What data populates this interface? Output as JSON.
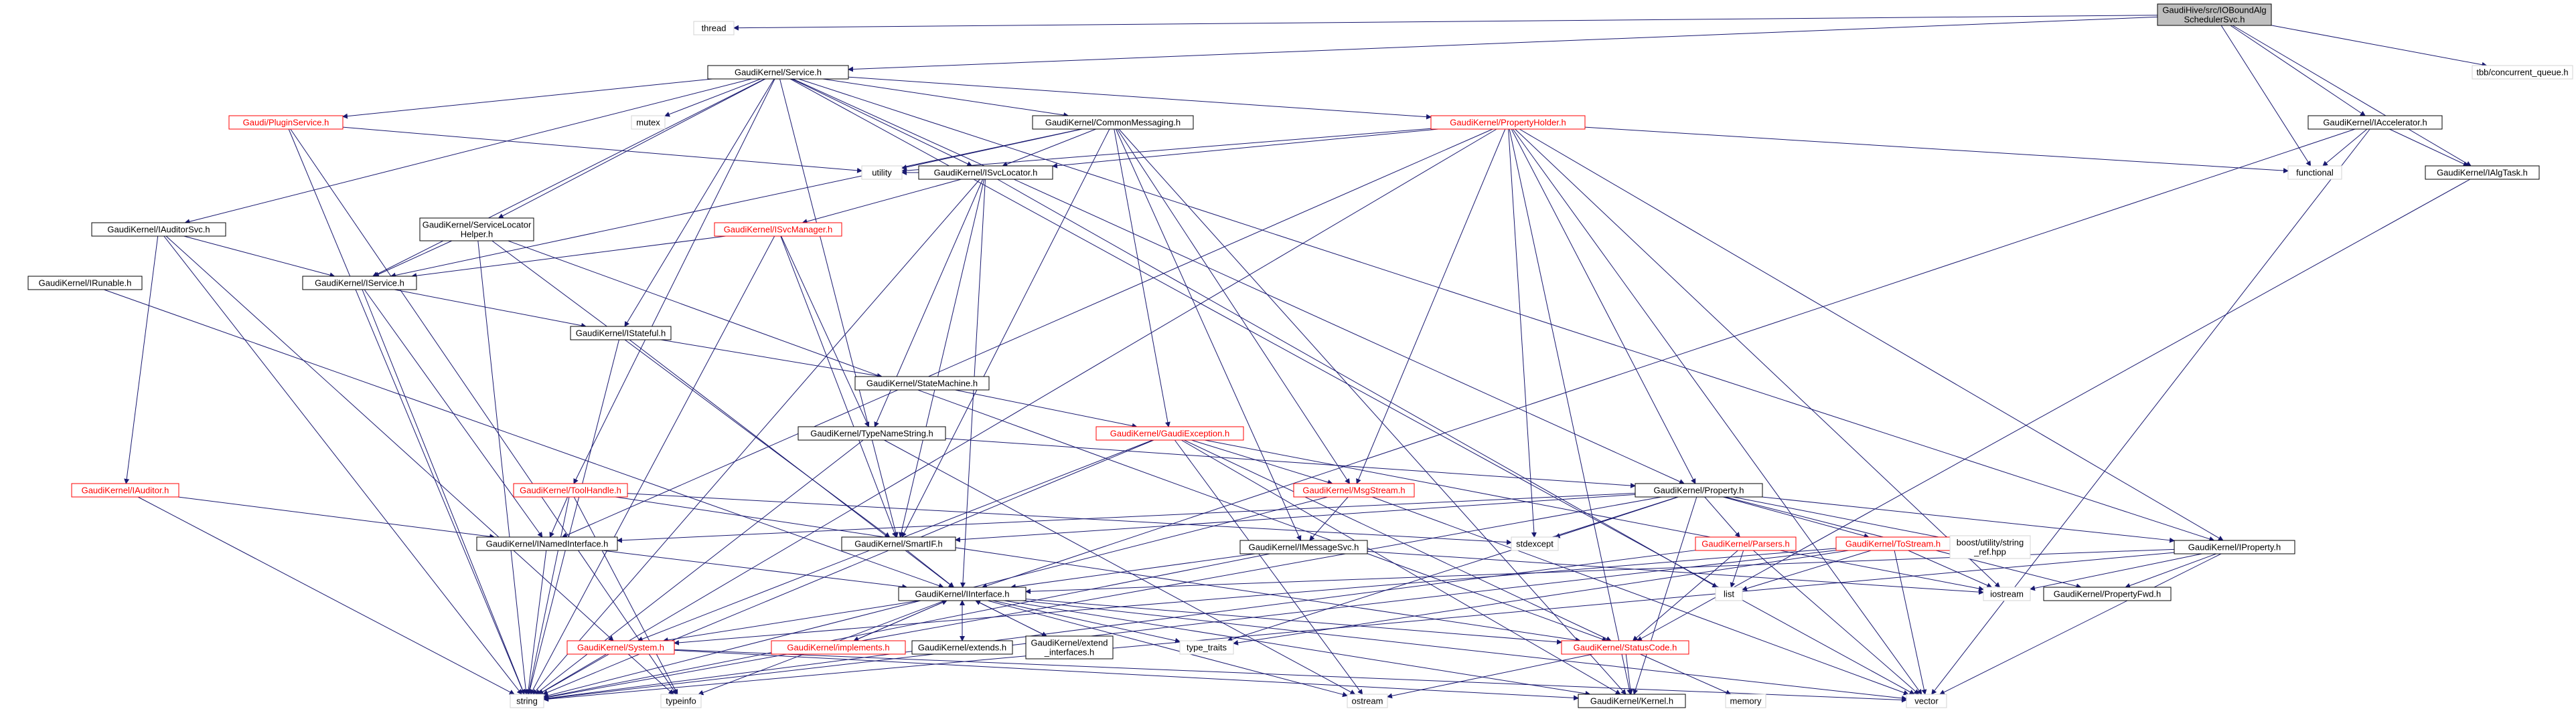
{
  "nodes": {
    "root": {
      "lines": [
        "GaudiHive/src/IOBoundAlg",
        "SchedulerSvc.h"
      ],
      "style": "root"
    },
    "thread": {
      "lines": [
        "thread"
      ],
      "style": "plain"
    },
    "tbb": {
      "lines": [
        "tbb/concurrent_queue.h"
      ],
      "style": "plain"
    },
    "service": {
      "lines": [
        "GaudiKernel/Service.h"
      ],
      "style": "black"
    },
    "iaccelerator": {
      "lines": [
        "GaudiKernel/IAccelerator.h"
      ],
      "style": "black"
    },
    "pluginservice": {
      "lines": [
        "Gaudi/PluginService.h"
      ],
      "style": "red"
    },
    "mutex": {
      "lines": [
        "mutex"
      ],
      "style": "plain"
    },
    "commonmessaging": {
      "lines": [
        "GaudiKernel/CommonMessaging.h"
      ],
      "style": "black"
    },
    "propertyholder": {
      "lines": [
        "GaudiKernel/PropertyHolder.h"
      ],
      "style": "red"
    },
    "utility": {
      "lines": [
        "utility"
      ],
      "style": "plain"
    },
    "isvclocator": {
      "lines": [
        "GaudiKernel/ISvcLocator.h"
      ],
      "style": "black"
    },
    "functional": {
      "lines": [
        "functional"
      ],
      "style": "plain"
    },
    "ialgtask": {
      "lines": [
        "GaudiKernel/IAlgTask.h"
      ],
      "style": "black"
    },
    "iauditorsvc": {
      "lines": [
        "GaudiKernel/IAuditorSvc.h"
      ],
      "style": "black"
    },
    "servicelocatorhelper": {
      "lines": [
        "GaudiKernel/ServiceLocator",
        "Helper.h"
      ],
      "style": "black"
    },
    "isvcmanager": {
      "lines": [
        "GaudiKernel/ISvcManager.h"
      ],
      "style": "red"
    },
    "irunable": {
      "lines": [
        "GaudiKernel/IRunable.h"
      ],
      "style": "black"
    },
    "iservice": {
      "lines": [
        "GaudiKernel/IService.h"
      ],
      "style": "black"
    },
    "istateful": {
      "lines": [
        "GaudiKernel/IStateful.h"
      ],
      "style": "black"
    },
    "statemachine": {
      "lines": [
        "GaudiKernel/StateMachine.h"
      ],
      "style": "black"
    },
    "typenamestring": {
      "lines": [
        "GaudiKernel/TypeNameString.h"
      ],
      "style": "black"
    },
    "gaudiexception": {
      "lines": [
        "GaudiKernel/GaudiException.h"
      ],
      "style": "red"
    },
    "iauditor": {
      "lines": [
        "GaudiKernel/IAuditor.h"
      ],
      "style": "red"
    },
    "toolhandle": {
      "lines": [
        "GaudiKernel/ToolHandle.h"
      ],
      "style": "red"
    },
    "msgstream": {
      "lines": [
        "GaudiKernel/MsgStream.h"
      ],
      "style": "red"
    },
    "property": {
      "lines": [
        "GaudiKernel/Property.h"
      ],
      "style": "black"
    },
    "inamedinterface": {
      "lines": [
        "GaudiKernel/INamedInterface.h"
      ],
      "style": "black"
    },
    "smartif": {
      "lines": [
        "GaudiKernel/SmartIF.h"
      ],
      "style": "black"
    },
    "imessagesvc": {
      "lines": [
        "GaudiKernel/IMessageSvc.h"
      ],
      "style": "black"
    },
    "stdexcept": {
      "lines": [
        "stdexcept"
      ],
      "style": "plain"
    },
    "parsers": {
      "lines": [
        "GaudiKernel/Parsers.h"
      ],
      "style": "red"
    },
    "tostream": {
      "lines": [
        "GaudiKernel/ToStream.h"
      ],
      "style": "red"
    },
    "boostutility": {
      "lines": [
        "boost/utility/string",
        "_ref.hpp"
      ],
      "style": "plain"
    },
    "iproperty": {
      "lines": [
        "GaudiKernel/IProperty.h"
      ],
      "style": "black"
    },
    "iinterface": {
      "lines": [
        "GaudiKernel/IInterface.h"
      ],
      "style": "black"
    },
    "list": {
      "lines": [
        "list"
      ],
      "style": "plain"
    },
    "iostream": {
      "lines": [
        "iostream"
      ],
      "style": "plain"
    },
    "propertyfwd": {
      "lines": [
        "GaudiKernel/PropertyFwd.h"
      ],
      "style": "black"
    },
    "system": {
      "lines": [
        "GaudiKernel/System.h"
      ],
      "style": "red"
    },
    "implements": {
      "lines": [
        "GaudiKernel/implements.h"
      ],
      "style": "red"
    },
    "extends": {
      "lines": [
        "GaudiKernel/extends.h"
      ],
      "style": "black"
    },
    "extendinterfaces": {
      "lines": [
        "GaudiKernel/extend",
        "_interfaces.h"
      ],
      "style": "black"
    },
    "typetraits": {
      "lines": [
        "type_traits"
      ],
      "style": "plain"
    },
    "statuscode": {
      "lines": [
        "GaudiKernel/StatusCode.h"
      ],
      "style": "red"
    },
    "string": {
      "lines": [
        "string"
      ],
      "style": "plain"
    },
    "typeinfo": {
      "lines": [
        "typeinfo"
      ],
      "style": "plain"
    },
    "ostream": {
      "lines": [
        "ostream"
      ],
      "style": "plain"
    },
    "kernel": {
      "lines": [
        "GaudiKernel/Kernel.h"
      ],
      "style": "black"
    },
    "memory": {
      "lines": [
        "memory"
      ],
      "style": "plain"
    },
    "vector": {
      "lines": [
        "vector"
      ],
      "style": "plain"
    }
  },
  "edges": [
    [
      "root",
      "thread"
    ],
    [
      "root",
      "tbb"
    ],
    [
      "root",
      "service"
    ],
    [
      "root",
      "iaccelerator"
    ],
    [
      "root",
      "ialgtask"
    ],
    [
      "root",
      "functional"
    ],
    [
      "service",
      "pluginservice"
    ],
    [
      "service",
      "mutex"
    ],
    [
      "service",
      "commonmessaging"
    ],
    [
      "service",
      "propertyholder"
    ],
    [
      "service",
      "isvclocator"
    ],
    [
      "service",
      "iauditorsvc"
    ],
    [
      "service",
      "servicelocatorhelper"
    ],
    [
      "service",
      "iservice"
    ],
    [
      "service",
      "istateful"
    ],
    [
      "service",
      "smartif"
    ],
    [
      "service",
      "iproperty"
    ],
    [
      "service",
      "toolhandle"
    ],
    [
      "service",
      "property"
    ],
    [
      "service",
      "vector"
    ],
    [
      "iaccelerator",
      "functional"
    ],
    [
      "iaccelerator",
      "ialgtask"
    ],
    [
      "iaccelerator",
      "iinterface"
    ],
    [
      "iaccelerator",
      "vector"
    ],
    [
      "ialgtask",
      "statuscode"
    ],
    [
      "pluginservice",
      "utility"
    ],
    [
      "pluginservice",
      "string"
    ],
    [
      "pluginservice",
      "typeinfo"
    ],
    [
      "commonmessaging",
      "iservice"
    ],
    [
      "commonmessaging",
      "isvclocator"
    ],
    [
      "commonmessaging",
      "imessagesvc"
    ],
    [
      "commonmessaging",
      "msgstream"
    ],
    [
      "commonmessaging",
      "gaudiexception"
    ],
    [
      "commonmessaging",
      "smartif"
    ],
    [
      "commonmessaging",
      "kernel"
    ],
    [
      "commonmessaging",
      "utility"
    ],
    [
      "propertyholder",
      "utility"
    ],
    [
      "propertyholder",
      "functional"
    ],
    [
      "propertyholder",
      "isvclocator"
    ],
    [
      "propertyholder",
      "property"
    ],
    [
      "propertyholder",
      "iproperty"
    ],
    [
      "propertyholder",
      "msgstream"
    ],
    [
      "propertyholder",
      "stdexcept"
    ],
    [
      "propertyholder",
      "inamedinterface"
    ],
    [
      "propertyholder",
      "iostream"
    ],
    [
      "propertyholder",
      "string"
    ],
    [
      "propertyholder",
      "vector"
    ],
    [
      "propertyholder",
      "kernel"
    ],
    [
      "isvclocator",
      "isvcmanager"
    ],
    [
      "isvclocator",
      "typenamestring"
    ],
    [
      "isvclocator",
      "smartif"
    ],
    [
      "isvclocator",
      "iinterface"
    ],
    [
      "isvclocator",
      "list"
    ],
    [
      "isvclocator",
      "string"
    ],
    [
      "isvclocator",
      "utility"
    ],
    [
      "iauditorsvc",
      "iservice"
    ],
    [
      "iauditorsvc",
      "iauditor"
    ],
    [
      "iauditorsvc",
      "system"
    ],
    [
      "iauditorsvc",
      "string"
    ],
    [
      "servicelocatorhelper",
      "iservice"
    ],
    [
      "servicelocatorhelper",
      "smartif"
    ],
    [
      "servicelocatorhelper",
      "string"
    ],
    [
      "servicelocatorhelper",
      "statuscode"
    ],
    [
      "isvcmanager",
      "iservice"
    ],
    [
      "isvcmanager",
      "typenamestring"
    ],
    [
      "isvcmanager",
      "smartif"
    ],
    [
      "isvcmanager",
      "string"
    ],
    [
      "irunable",
      "iinterface"
    ],
    [
      "iservice",
      "istateful"
    ],
    [
      "iservice",
      "inamedinterface"
    ],
    [
      "iservice",
      "string"
    ],
    [
      "istateful",
      "statemachine"
    ],
    [
      "istateful",
      "iinterface"
    ],
    [
      "istateful",
      "string"
    ],
    [
      "statemachine",
      "gaudiexception"
    ],
    [
      "typenamestring",
      "property"
    ],
    [
      "typenamestring",
      "string"
    ],
    [
      "typenamestring",
      "ostream"
    ],
    [
      "gaudiexception",
      "msgstream"
    ],
    [
      "gaudiexception",
      "system"
    ],
    [
      "gaudiexception",
      "statuscode"
    ],
    [
      "gaudiexception",
      "iostream"
    ],
    [
      "gaudiexception",
      "string"
    ],
    [
      "gaudiexception",
      "ostream"
    ],
    [
      "gaudiexception",
      "kernel"
    ],
    [
      "iauditor",
      "inamedinterface"
    ],
    [
      "iauditor",
      "string"
    ],
    [
      "toolhandle",
      "inamedinterface"
    ],
    [
      "toolhandle",
      "stdexcept"
    ],
    [
      "toolhandle",
      "statuscode"
    ],
    [
      "toolhandle",
      "string"
    ],
    [
      "toolhandle",
      "typeinfo"
    ],
    [
      "msgstream",
      "imessagesvc"
    ],
    [
      "msgstream",
      "string"
    ],
    [
      "msgstream",
      "vector"
    ],
    [
      "property",
      "smartif"
    ],
    [
      "property",
      "stdexcept"
    ],
    [
      "property",
      "parsers"
    ],
    [
      "property",
      "tostream"
    ],
    [
      "property",
      "boostutility"
    ],
    [
      "property",
      "iproperty"
    ],
    [
      "property",
      "propertyfwd"
    ],
    [
      "property",
      "string"
    ],
    [
      "property",
      "kernel"
    ],
    [
      "property",
      "typetraits"
    ],
    [
      "property",
      "inamedinterface"
    ],
    [
      "inamedinterface",
      "iinterface"
    ],
    [
      "inamedinterface",
      "string"
    ],
    [
      "smartif",
      "iinterface"
    ],
    [
      "imessagesvc",
      "iinterface"
    ],
    [
      "imessagesvc",
      "string"
    ],
    [
      "imessagesvc",
      "iostream"
    ],
    [
      "parsers",
      "list"
    ],
    [
      "parsers",
      "statuscode"
    ],
    [
      "parsers",
      "vector"
    ],
    [
      "parsers",
      "string"
    ],
    [
      "tostream",
      "list"
    ],
    [
      "tostream",
      "iostream"
    ],
    [
      "tostream",
      "vector"
    ],
    [
      "tostream",
      "string"
    ],
    [
      "tostream",
      "system"
    ],
    [
      "tostream",
      "typetraits"
    ],
    [
      "iproperty",
      "iinterface"
    ],
    [
      "iproperty",
      "propertyfwd"
    ],
    [
      "iproperty",
      "iostream"
    ],
    [
      "iproperty",
      "string"
    ],
    [
      "iproperty",
      "vector"
    ],
    [
      "iinterface",
      "system"
    ],
    [
      "iinterface",
      "implements"
    ],
    [
      "iinterface",
      "extends"
    ],
    [
      "iinterface",
      "extendinterfaces"
    ],
    [
      "iinterface",
      "typetraits"
    ],
    [
      "iinterface",
      "statuscode"
    ],
    [
      "iinterface",
      "kernel"
    ],
    [
      "iinterface",
      "typeinfo"
    ],
    [
      "iinterface",
      "ostream"
    ],
    [
      "iinterface",
      "vector"
    ],
    [
      "implements",
      "iinterface"
    ],
    [
      "extends",
      "iinterface"
    ],
    [
      "extendinterfaces",
      "iinterface"
    ],
    [
      "system",
      "kernel"
    ],
    [
      "system",
      "string"
    ],
    [
      "system",
      "typeinfo"
    ],
    [
      "system",
      "vector"
    ],
    [
      "statuscode",
      "kernel"
    ],
    [
      "statuscode",
      "ostream"
    ],
    [
      "statuscode",
      "memory"
    ]
  ]
}
